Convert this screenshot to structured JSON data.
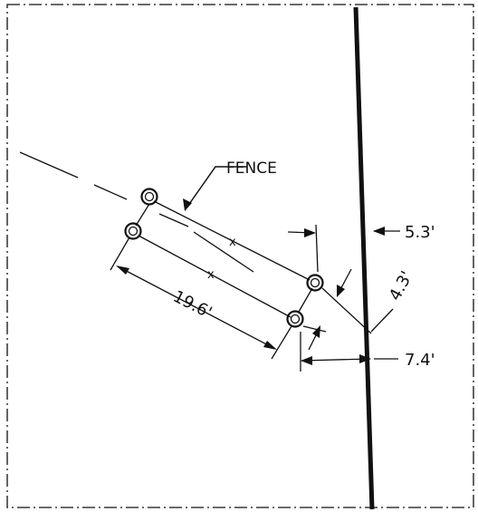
{
  "labels": {
    "fence": "FENCE",
    "length": "19.6'",
    "offset_a": "5.3'",
    "offset_b": "4.3'",
    "offset_c": "7.4'"
  },
  "colors": {
    "line": "#111111",
    "background": "#ffffff"
  }
}
